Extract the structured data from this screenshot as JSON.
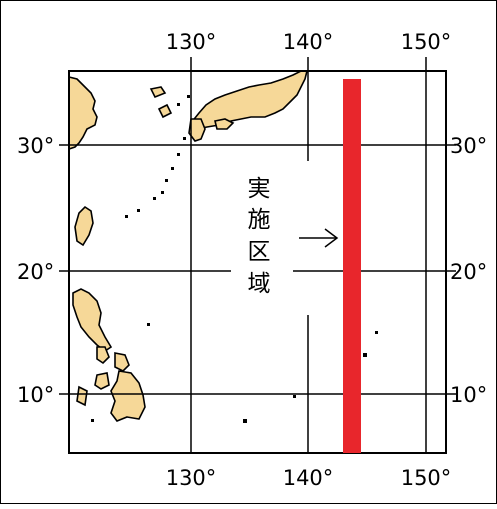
{
  "map": {
    "longitude_labels": [
      "130°",
      "140°",
      "150°"
    ],
    "latitude_labels": [
      "30°",
      "20°",
      "10°"
    ],
    "area_label": [
      "実",
      "施",
      "区",
      "域"
    ],
    "arrow": "→",
    "colors": {
      "land": "#f6d898",
      "ocean": "#ffffff",
      "survey_area": "#e8262c",
      "grid": "#000000"
    }
  }
}
